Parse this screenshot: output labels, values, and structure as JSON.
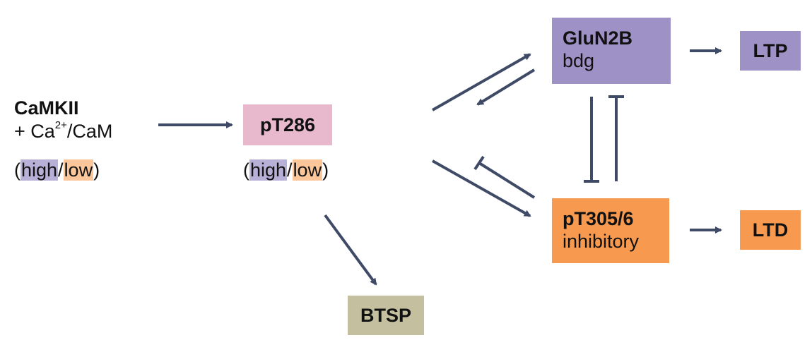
{
  "colors": {
    "arrow": "#3f4a66",
    "high": "#b8b0d6",
    "low": "#fbc79a",
    "pt286": "#e8b8cc",
    "glun2b": "#9d91c6",
    "ltp": "#9d91c6",
    "pt305": "#f79a4f",
    "ltd": "#f79a4f",
    "btsp": "#c3bf9f"
  },
  "camkii": {
    "title": "CaMKII",
    "plus": "+ Ca",
    "sup": "2+",
    "rest": "/CaM",
    "paren_open": "(",
    "high": "high",
    "slash": "/",
    "low": "low",
    "paren_close": ")"
  },
  "pt286": {
    "label": "pT286",
    "paren_open": "(",
    "high": "high",
    "slash": "/",
    "low": "low",
    "paren_close": ")"
  },
  "glun2b": {
    "line1": "GluN2B",
    "line2": "bdg"
  },
  "pt305": {
    "line1": "pT305/6",
    "line2": "inhibitory"
  },
  "ltp": {
    "label": "LTP"
  },
  "ltd": {
    "label": "LTD"
  },
  "btsp": {
    "label": "BTSP"
  }
}
